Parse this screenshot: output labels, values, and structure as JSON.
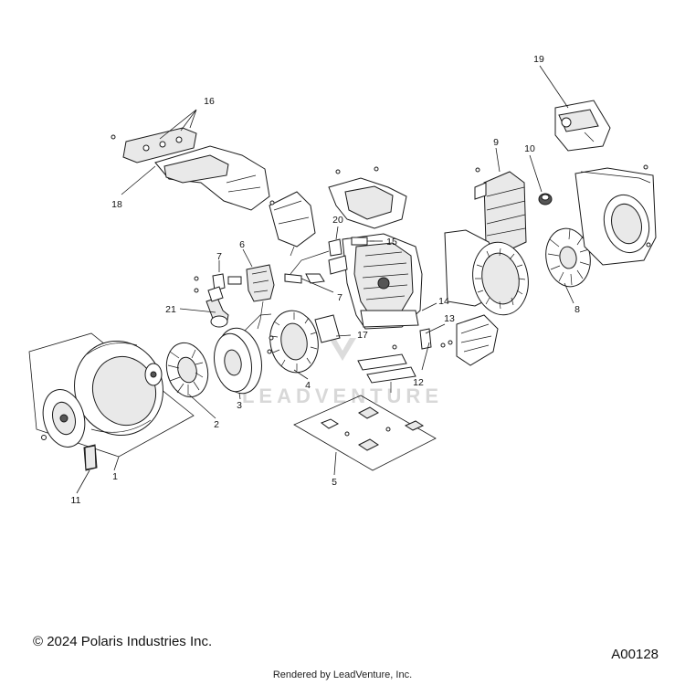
{
  "diagram": {
    "callouts": [
      "1",
      "2",
      "3",
      "4",
      "5",
      "6",
      "7",
      "7",
      "8",
      "9",
      "10",
      "11",
      "12",
      "13",
      "14",
      "15",
      "16",
      "17",
      "18",
      "19",
      "20",
      "21"
    ],
    "watermark": "LEADVENTURE"
  },
  "footer": {
    "copyright": "© 2024 Polaris Industries Inc.",
    "diagram_code": "A00128",
    "rendered_by": "Rendered by LeadVenture, Inc."
  }
}
